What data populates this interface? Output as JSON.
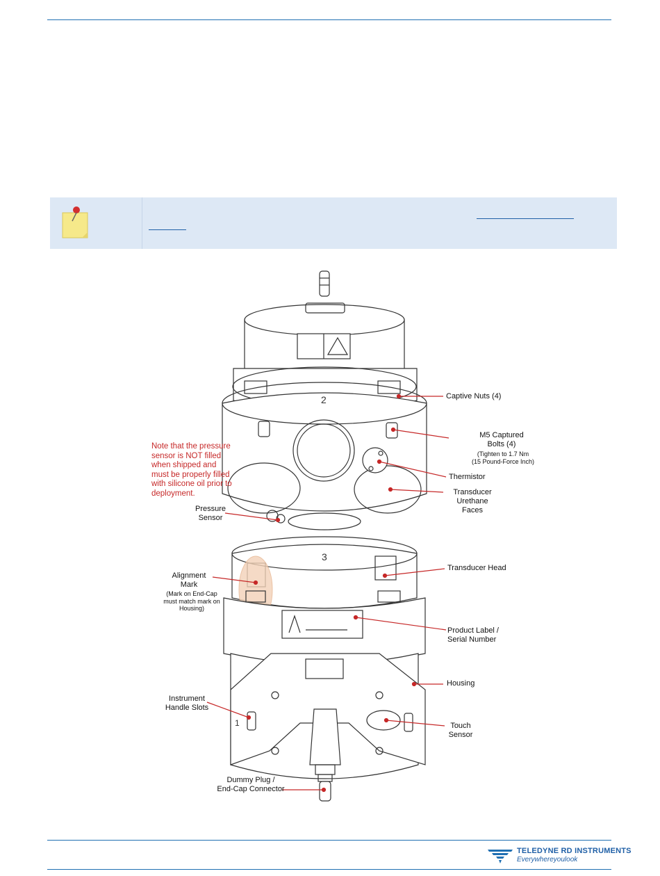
{
  "note": {
    "link_text_1": "",
    "link_text_2": ""
  },
  "figure": {
    "callouts": {
      "captive_nuts": "Captive Nuts (4)",
      "m5_bolts_1": "M5 Captured",
      "m5_bolts_2": "Bolts (4)",
      "m5_torque_1": "(Tighten to 1.7 Nm",
      "m5_torque_2": "(15 Pound-Force Inch)",
      "thermistor": "Thermistor",
      "faces_1": "Transducer",
      "faces_2": "Urethane",
      "faces_3": "Faces",
      "pressure_1": "Pressure",
      "pressure_2": "Sensor",
      "transducer_head": "Transducer Head",
      "alignment_1": "Alignment",
      "alignment_2": "Mark",
      "alignment_note_1": "(Mark on End-Cap",
      "alignment_note_2": "must match mark on",
      "alignment_note_3": "Housing)",
      "label_1": "Product Label /",
      "label_2": "Serial Number",
      "housing": "Housing",
      "handle_1": "Instrument",
      "handle_2": "Handle Slots",
      "touch_1": "Touch",
      "touch_2": "Sensor",
      "plug_1": "Dummy Plug /",
      "plug_2": "End-Cap Connector"
    },
    "warning_lines": [
      "Note that the pressure",
      "sensor is NOT filled",
      "when shipped and",
      "must be properly filled",
      "with silicone oil prior to",
      "deployment."
    ],
    "part_marks": {
      "mark_2": "2",
      "mark_3": "3",
      "mark_1": "1"
    },
    "colors": {
      "leader": "#c62828",
      "accent": "#1f6fb2"
    }
  },
  "footer": {
    "brand": "TELEDYNE RD INSTRUMENTS",
    "tagline": "Everywhereyoulook"
  }
}
